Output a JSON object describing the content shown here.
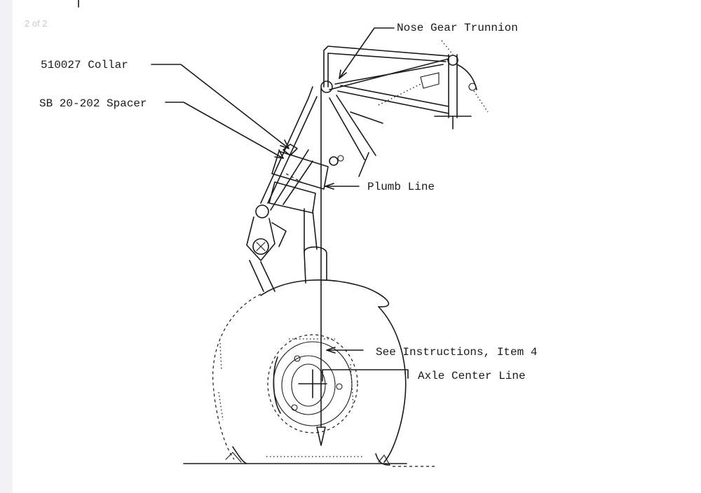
{
  "viewer": {
    "page_counter": "2 of 2"
  },
  "diagram": {
    "labels": {
      "nose_gear_trunnion": "Nose Gear Trunnion",
      "collar": "510027 Collar",
      "spacer": "SB 20-202 Spacer",
      "plumb_line": "Plumb Line",
      "see_instructions": "See Instructions, Item 4",
      "axle_center_line": "Axle Center Line"
    }
  }
}
